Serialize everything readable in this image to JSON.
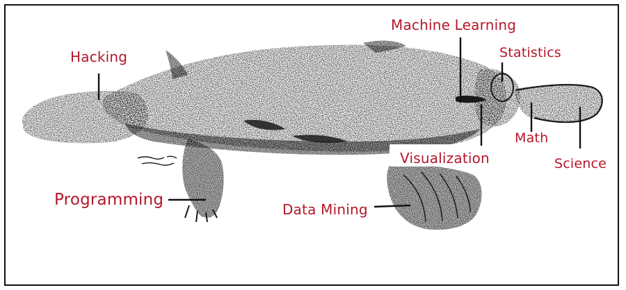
{
  "labels": {
    "hacking": "Hacking",
    "machine_learning": "Machine Learning",
    "statistics": "Statistics",
    "math": "Math",
    "science": "Science",
    "visualization": "Visualization",
    "programming": "Programming",
    "data_mining": "Data Mining"
  },
  "colors": {
    "label": "#b5172a",
    "ink": "#1a1a1a",
    "frame": "#111111"
  },
  "icons": {
    "illustration": "platypus-illustration"
  }
}
